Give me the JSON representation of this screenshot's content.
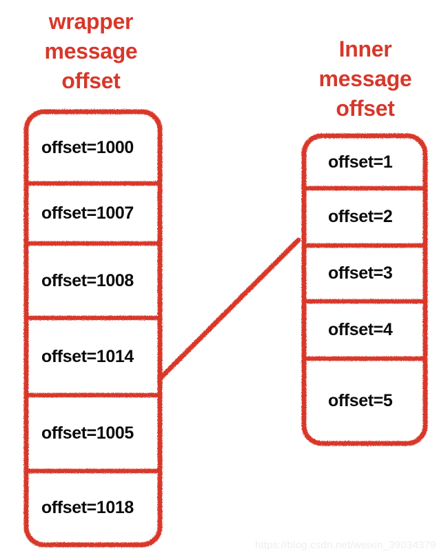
{
  "diagram": {
    "background_color": "#ffffff",
    "accent_color": "#D8372A",
    "text_color": "#0a0a0a",
    "columns": [
      {
        "id": "wrapper",
        "title": "wrapper\nmessage\noffset",
        "cells": [
          {
            "label": "offset=1000"
          },
          {
            "label": "offset=1007"
          },
          {
            "label": "offset=1008"
          },
          {
            "label": "offset=1014"
          },
          {
            "label": "offset=1005"
          },
          {
            "label": "offset=1018"
          }
        ]
      },
      {
        "id": "inner",
        "title": "Inner\nmessage\noffset",
        "cells": [
          {
            "label": "offset=1"
          },
          {
            "label": "offset=2"
          },
          {
            "label": "offset=3"
          },
          {
            "label": "offset=4"
          },
          {
            "label": "offset=5"
          }
        ]
      }
    ],
    "connector": {
      "from_cell": "offset=1014",
      "to_cell": "offset=2",
      "style": "diagonal-line",
      "color": "#D8372A"
    }
  },
  "watermark": {
    "text": "https://blog.csdn.net/weixin_39034379"
  }
}
